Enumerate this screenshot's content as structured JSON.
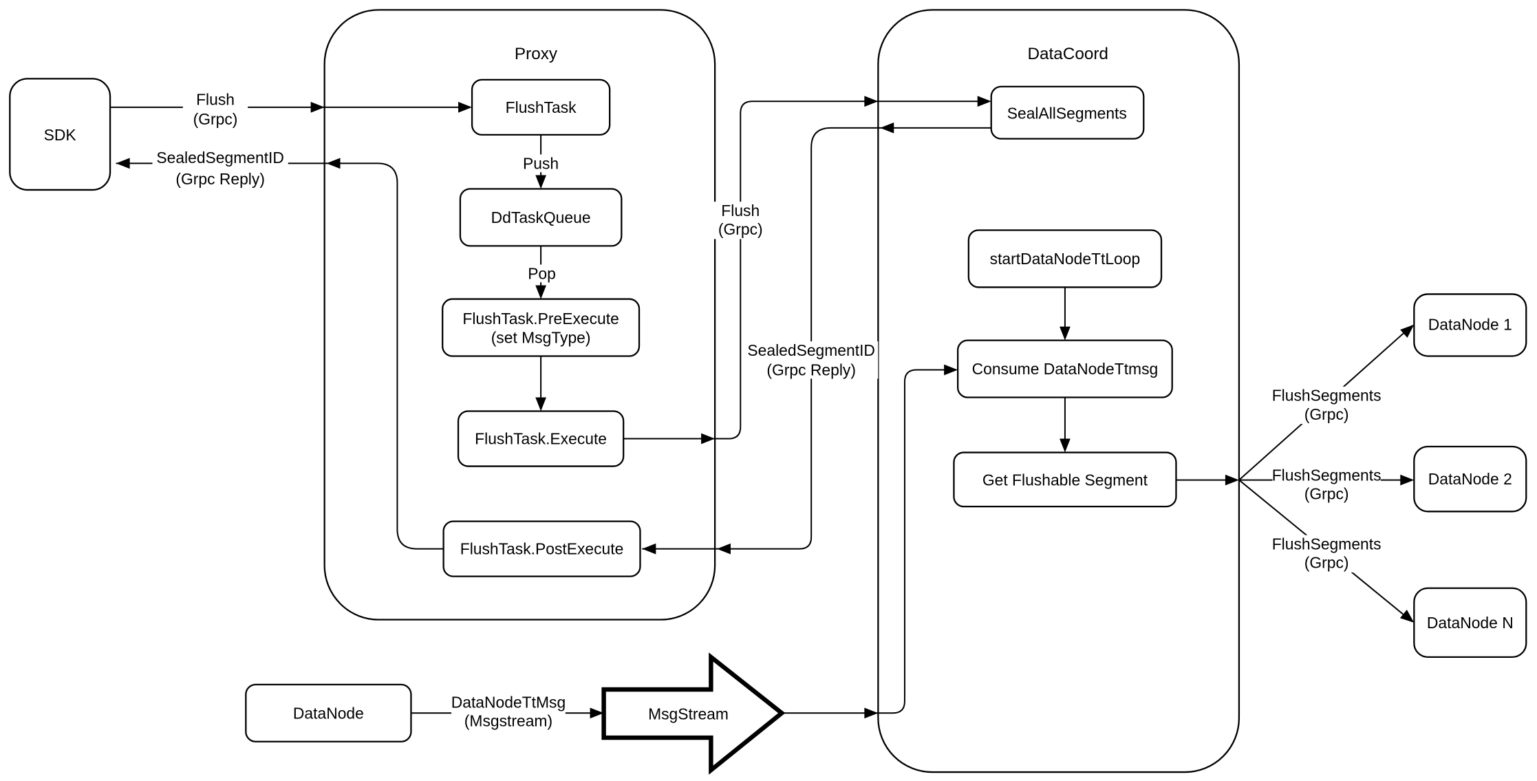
{
  "labels": {
    "proxy": "Proxy",
    "datacoord": "DataCoord"
  },
  "nodes": {
    "sdk": "SDK",
    "flush_task": "FlushTask",
    "dd_task_queue": "DdTaskQueue",
    "pre_execute_1": "FlushTask.PreExecute",
    "pre_execute_2": "(set MsgType)",
    "execute": "FlushTask.Execute",
    "post_execute": "FlushTask.PostExecute",
    "seal_all_segments": "SealAllSegments",
    "start_tt_loop": "startDataNodeTtLoop",
    "consume_ttmsg": "Consume DataNodeTtmsg",
    "get_flushable": "Get Flushable Segment",
    "datanode_1": "DataNode 1",
    "datanode_2": "DataNode 2",
    "datanode_n": "DataNode N",
    "datanode_src": "DataNode",
    "msgstream": "MsgStream"
  },
  "edge_labels": {
    "l1a": "Flush",
    "l1b": "(Grpc)",
    "l2a": "SealedSegmentID",
    "l2b": "(Grpc Reply)",
    "push": "Push",
    "pop": "Pop",
    "l5a": "Flush",
    "l5b": "(Grpc)",
    "l6a": "SealedSegmentID",
    "l6b": "(Grpc Reply)",
    "fs1a": "FlushSegments",
    "fs1b": "(Grpc)",
    "fs2a": "FlushSegments",
    "fs2b": "(Grpc)",
    "fs3a": "FlushSegments",
    "fs3b": "(Grpc)",
    "ttmsg_a": "DataNodeTtMsg",
    "ttmsg_b": "(Msgstream)"
  },
  "edges": [
    {
      "from": "SDK",
      "to": "FlushTask",
      "label": "Flush (Grpc)"
    },
    {
      "from": "FlushTask",
      "to": "DdTaskQueue",
      "label": "Push"
    },
    {
      "from": "DdTaskQueue",
      "to": "FlushTask.PreExecute (set MsgType)",
      "label": "Pop"
    },
    {
      "from": "FlushTask.PreExecute (set MsgType)",
      "to": "FlushTask.Execute",
      "label": ""
    },
    {
      "from": "FlushTask.Execute",
      "to": "SealAllSegments",
      "label": "Flush (Grpc)"
    },
    {
      "from": "SealAllSegments",
      "to": "FlushTask.PostExecute",
      "label": "SealedSegmentID (Grpc Reply)"
    },
    {
      "from": "FlushTask.PostExecute",
      "to": "SDK",
      "label": "SealedSegmentID (Grpc Reply)"
    },
    {
      "from": "startDataNodeTtLoop",
      "to": "Consume DataNodeTtmsg",
      "label": ""
    },
    {
      "from": "Consume DataNodeTtmsg",
      "to": "Get Flushable Segment",
      "label": ""
    },
    {
      "from": "Get Flushable Segment",
      "to": "DataNode 1",
      "label": "FlushSegments (Grpc)"
    },
    {
      "from": "Get Flushable Segment",
      "to": "DataNode 2",
      "label": "FlushSegments (Grpc)"
    },
    {
      "from": "Get Flushable Segment",
      "to": "DataNode N",
      "label": "FlushSegments (Grpc)"
    },
    {
      "from": "DataNode",
      "to": "MsgStream",
      "label": "DataNodeTtMsg (Msgstream)"
    },
    {
      "from": "MsgStream",
      "to": "Consume DataNodeTtmsg",
      "label": ""
    }
  ],
  "colors": {
    "stroke": "#000000",
    "fill": "#ffffff",
    "background": "#ffffff"
  }
}
